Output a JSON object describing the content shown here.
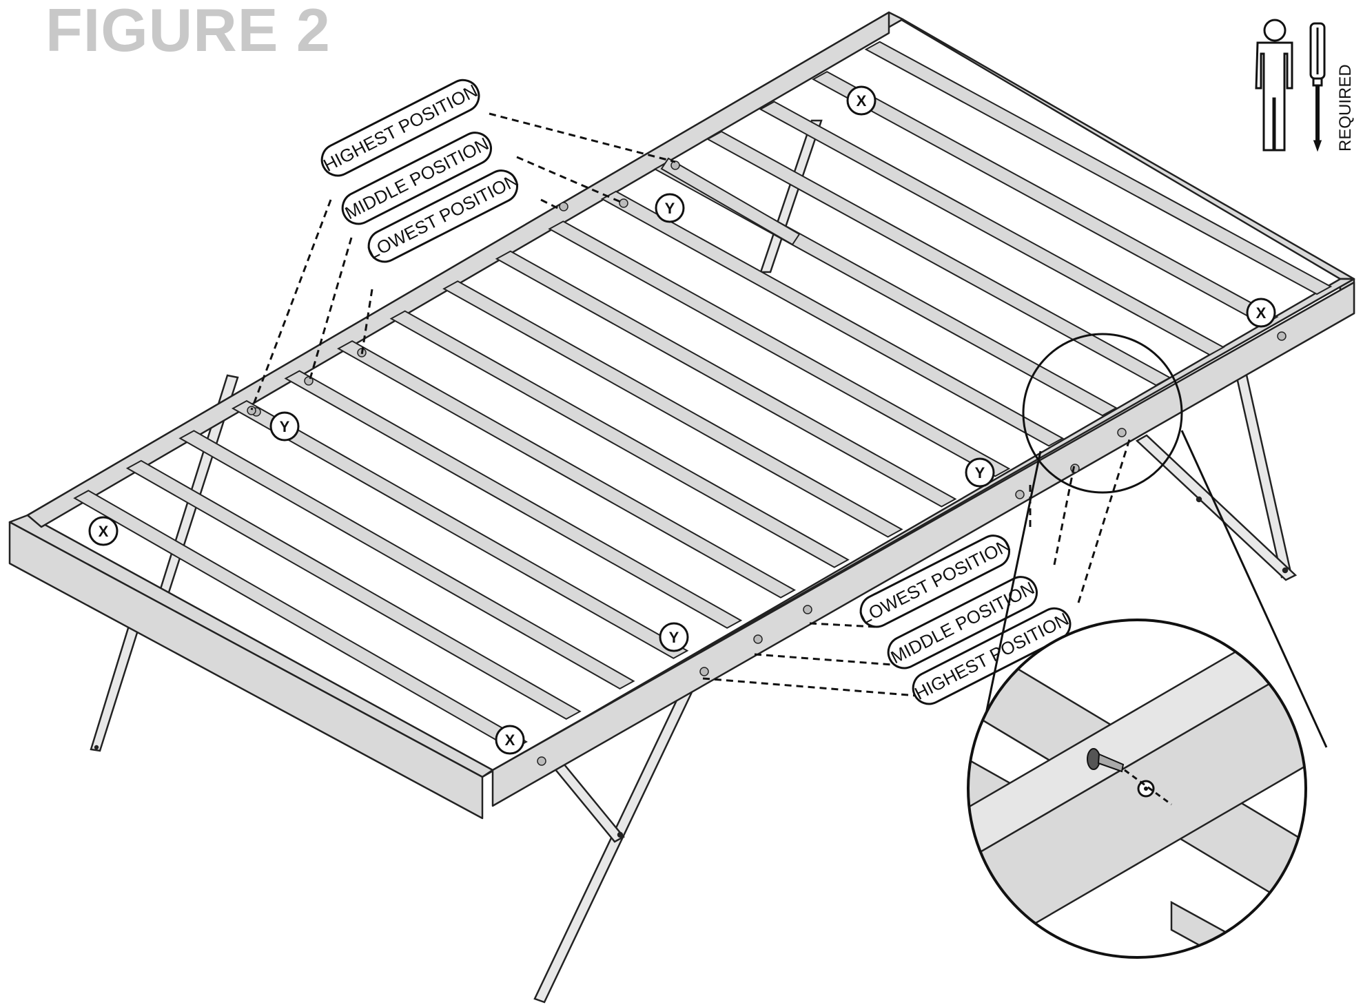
{
  "figure": {
    "title": "FIGURE 2"
  },
  "tools": {
    "required_label": "REQUIRED",
    "icons": [
      "person-icon",
      "screwdriver-icon"
    ]
  },
  "position_labels": {
    "highest": "HIGHEST POSITION",
    "middle": "MIDDLE POSITION",
    "lowest": "LOWEST POSITION"
  },
  "markers": {
    "x": "X",
    "y": "Y"
  },
  "colors": {
    "frame_fill": "#d9d9d9",
    "outline": "#222222",
    "title": "#c8c8c8"
  }
}
